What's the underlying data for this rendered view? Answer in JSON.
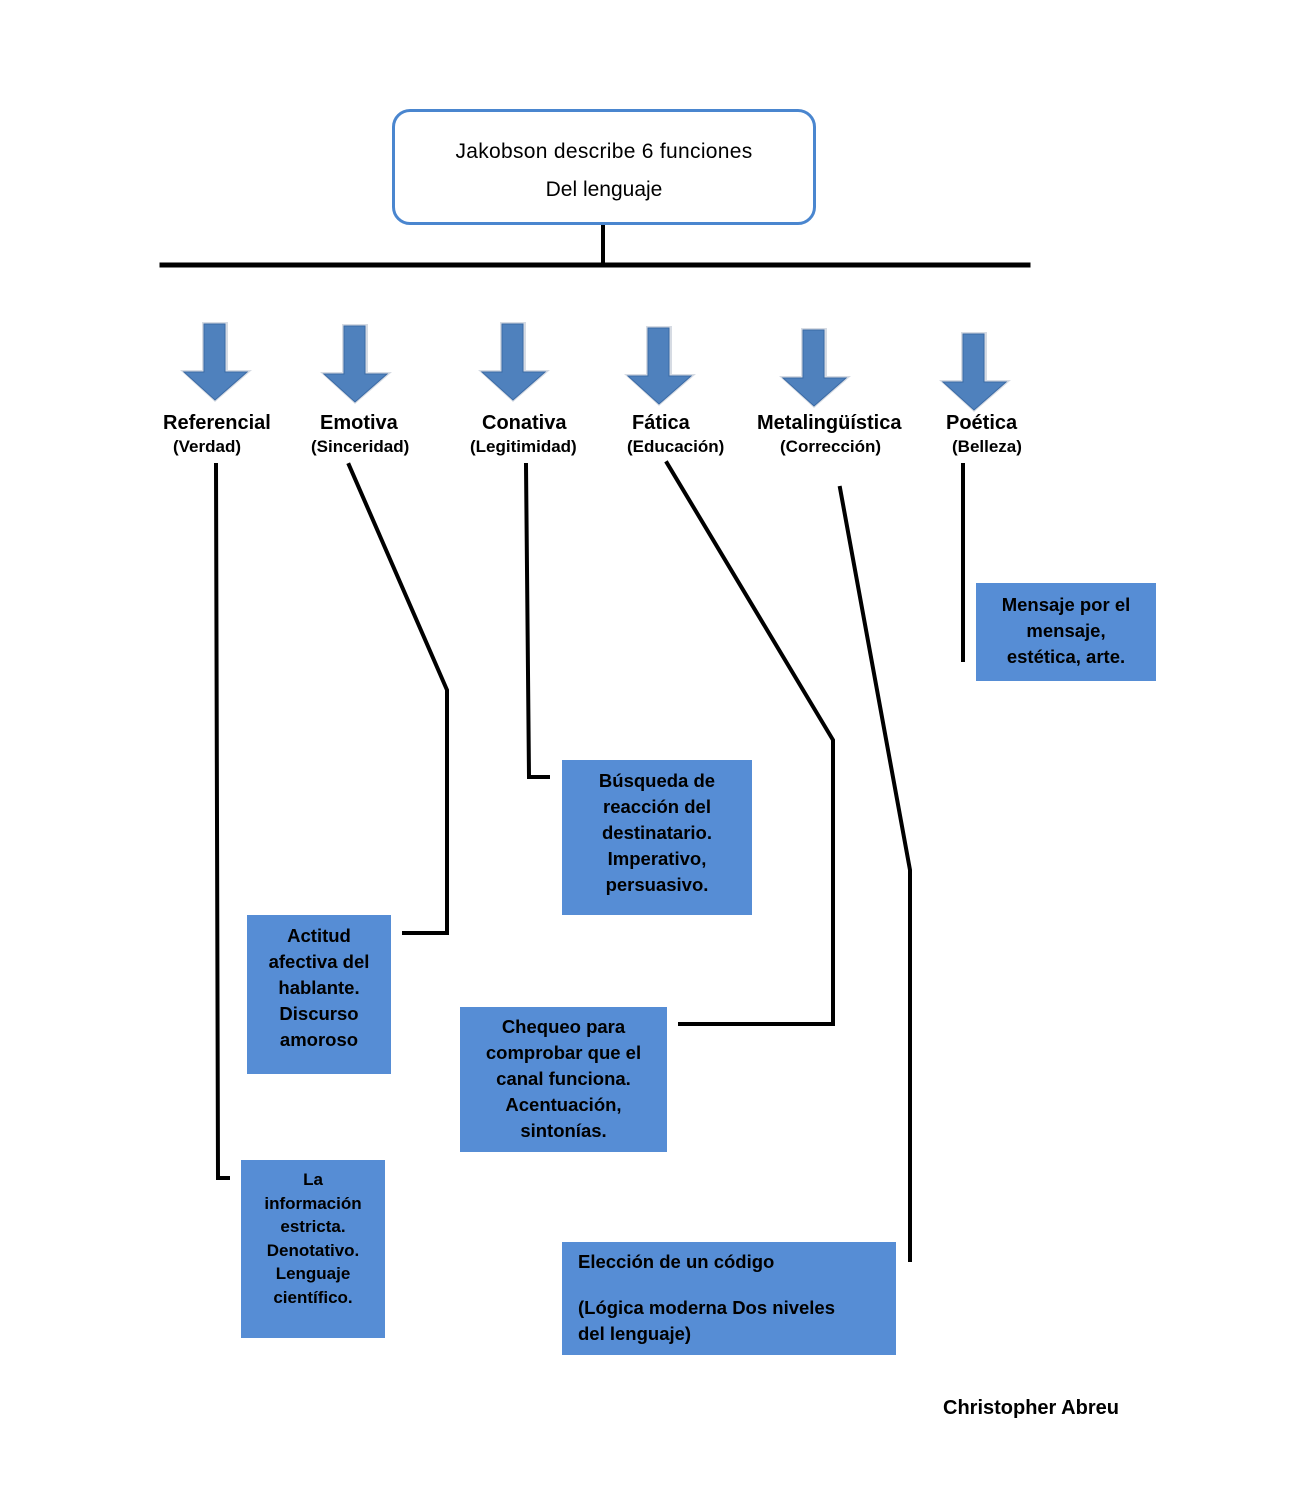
{
  "title": {
    "line1": "Jakobson describe  6  funciones",
    "line2": "Del lenguaje"
  },
  "functions": [
    {
      "name": "Referencial",
      "value": "(Verdad)",
      "desc": [
        "La",
        "información",
        "estricta.",
        "Denotativo.",
        "Lenguaje",
        "científico."
      ]
    },
    {
      "name": "Emotiva",
      "value": "(Sinceridad)",
      "desc": [
        "Actitud",
        "afectiva del",
        "hablante.",
        "Discurso",
        "amoroso"
      ]
    },
    {
      "name": "Conativa",
      "value": "(Legitimidad)",
      "desc": [
        "Búsqueda de",
        "reacción del",
        "destinatario.",
        "Imperativo,",
        "persuasivo."
      ]
    },
    {
      "name": "Fática",
      "value": "(Educación)",
      "desc": [
        "Chequeo para",
        "comprobar que el",
        "canal funciona.",
        "Acentuación,",
        "sintonías."
      ]
    },
    {
      "name": "Metalingüística",
      "value": "(Corrección)",
      "desc": [
        "Elección de un código",
        "",
        "(Lógica moderna Dos niveles",
        "del lenguaje)"
      ]
    },
    {
      "name": "Poética",
      "value": "(Belleza)",
      "desc": [
        "Mensaje por el",
        "mensaje,",
        "estética, arte."
      ]
    }
  ],
  "author": "Christopher Abreu",
  "colors": {
    "box_fill": "#568dd5",
    "title_border": "#4a86cf",
    "arrow_fill": "#4f81bd"
  }
}
